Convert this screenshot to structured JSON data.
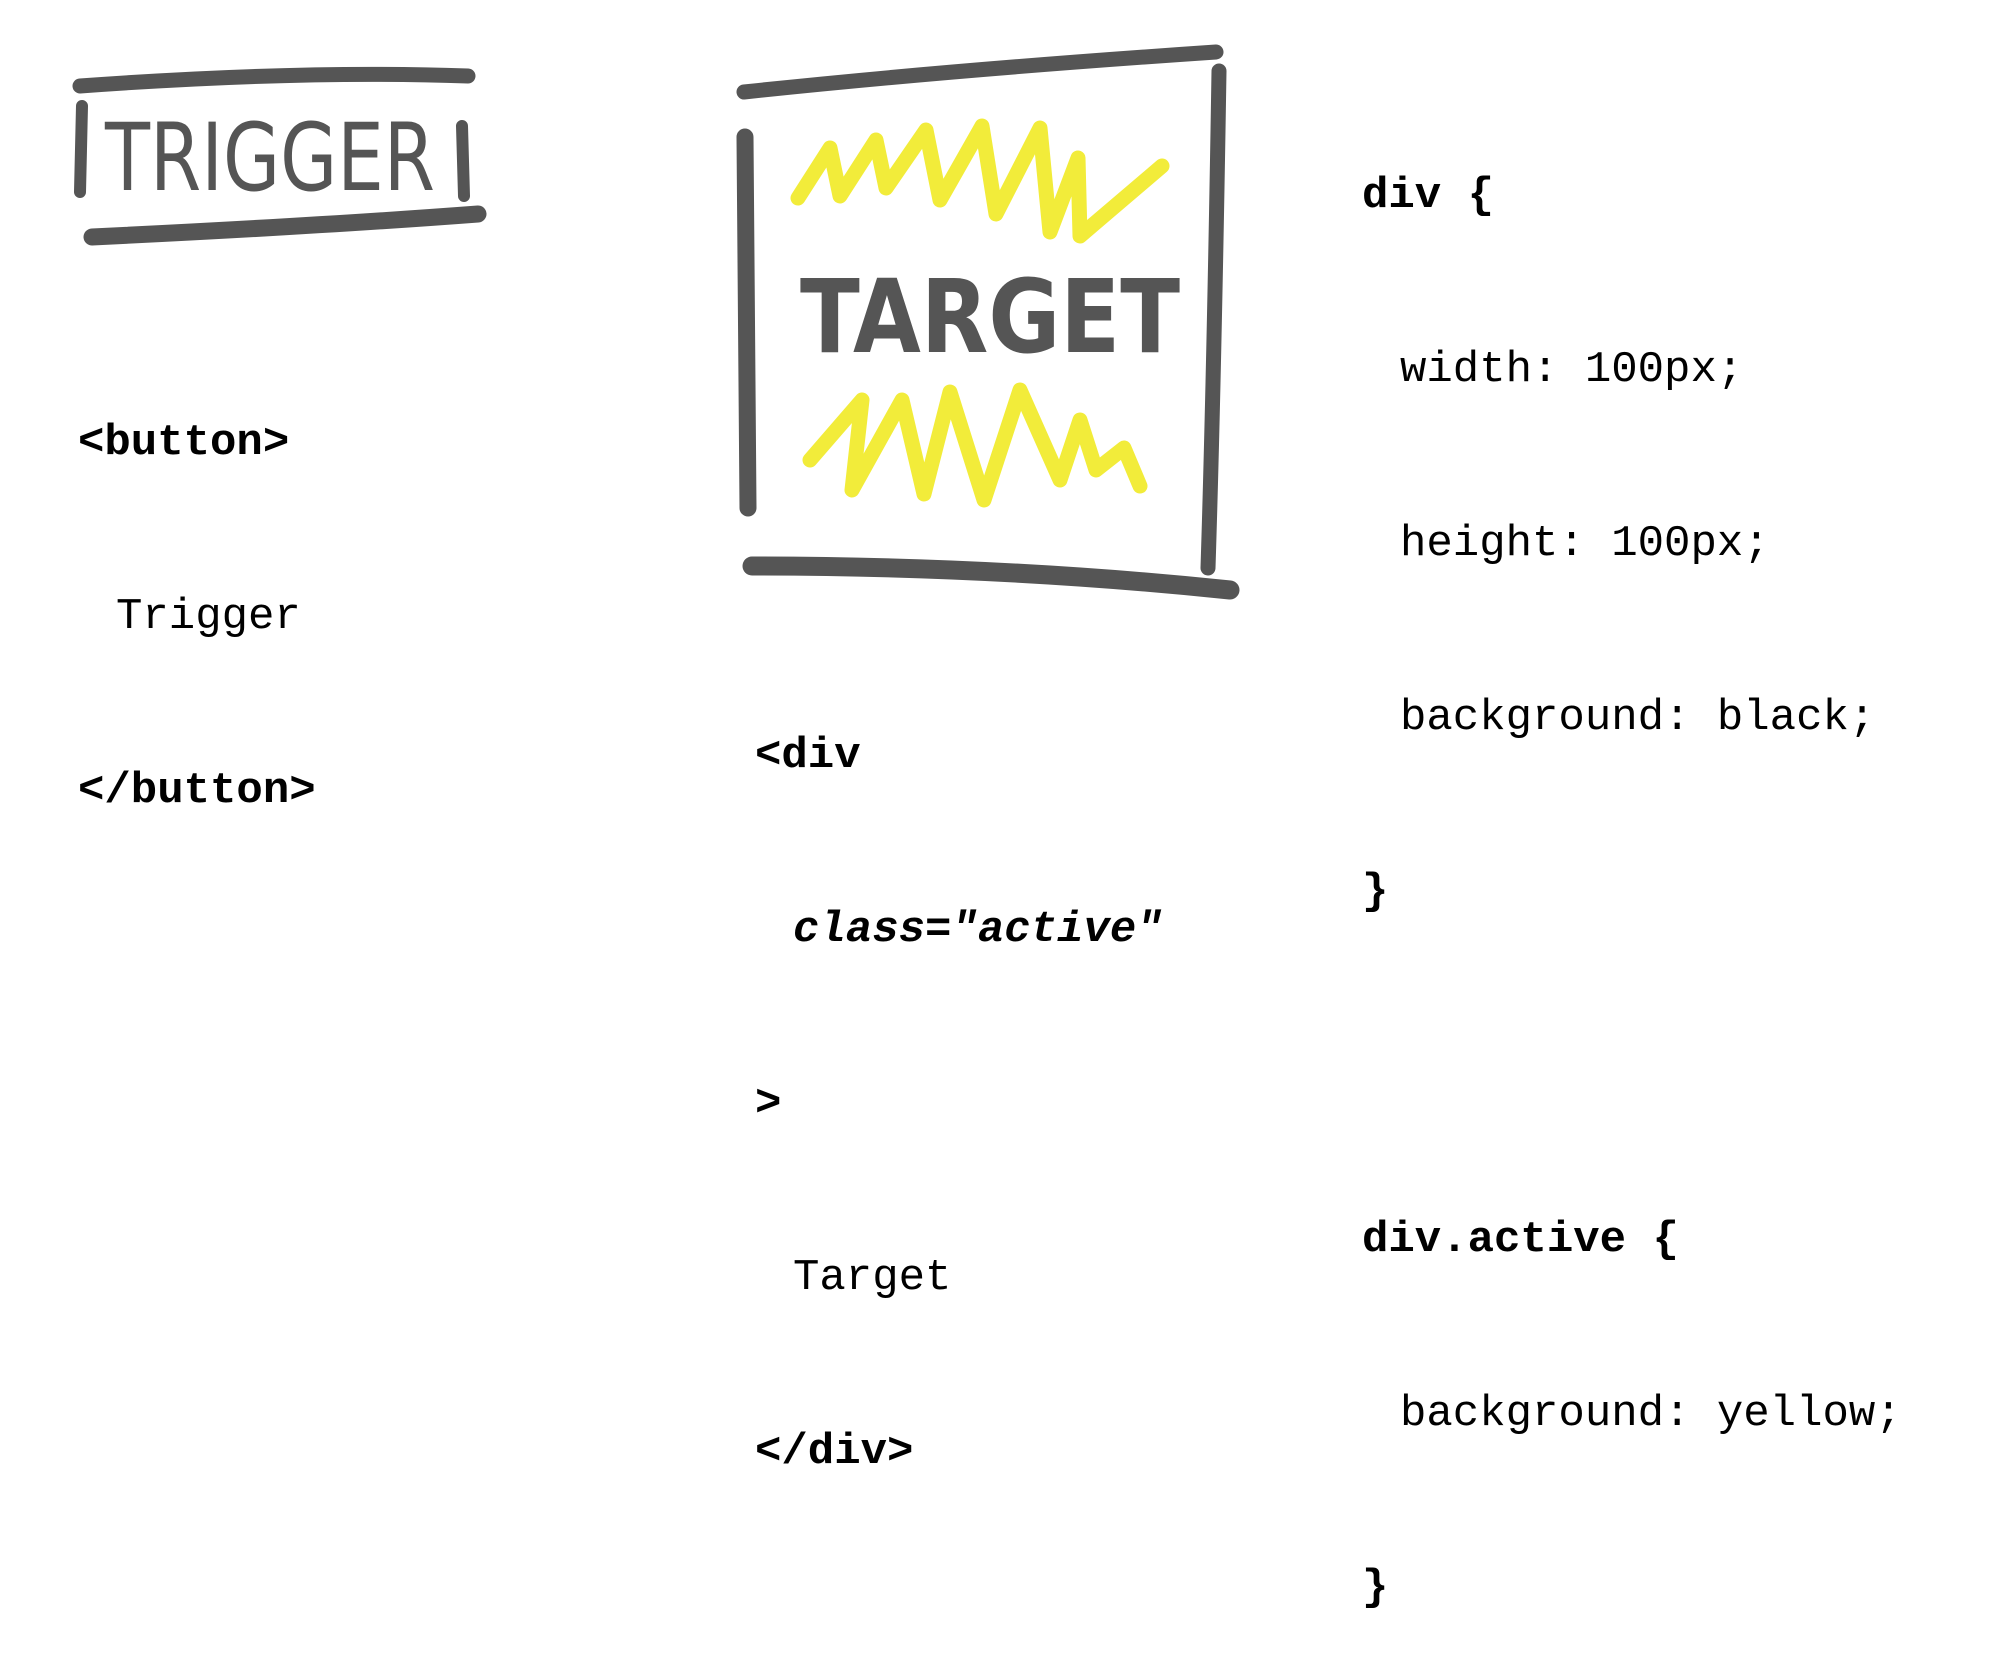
{
  "trigger_sketch": {
    "label": "TRIGGER",
    "stroke_color": "#555555"
  },
  "target_sketch": {
    "label": "TARGET",
    "stroke_color": "#555555",
    "scribble_color": "#f2ec3a"
  },
  "button_code": {
    "open_tag": "<button>",
    "content": "Trigger",
    "close_tag": "</button>"
  },
  "div_code": {
    "open_tag": "<div",
    "attribute": "class=\"active\"",
    "close_bracket": ">",
    "content": "Target",
    "close_tag": "</div>"
  },
  "css_code": {
    "rule1_selector": "div {",
    "rule1_decl1": "width: 100px;",
    "rule1_decl2": "height: 100px;",
    "rule1_decl3": "background: black;",
    "rule1_close": "}",
    "rule2_selector": "div.active {",
    "rule2_decl1": "background: yellow;",
    "rule2_close": "}"
  }
}
